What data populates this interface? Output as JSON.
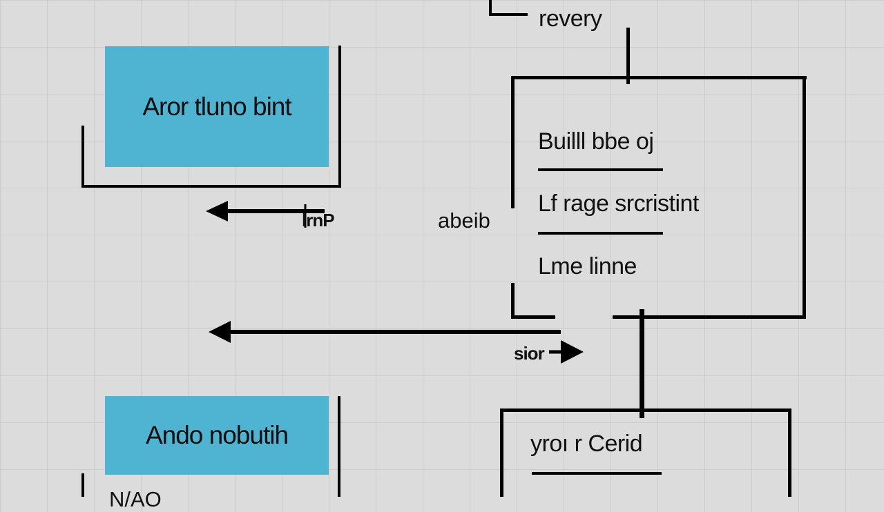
{
  "top_label": "revery",
  "left_top_box": {
    "text": "Aror tluno bint"
  },
  "left_bottom_box": {
    "text": "Ando nobutih",
    "cutoff_text": "N/AO"
  },
  "arrow_upper_label": "lrnP",
  "side_label": "abeib",
  "arrow_lower_label": "sior",
  "right_box": {
    "lines": [
      "Builll bbe oj",
      "Lf  rage srcristint",
      "Lme linne"
    ]
  },
  "bottom_right_box": {
    "text": "yroı r Cerid"
  },
  "colors": {
    "background": "#dcdcdc",
    "blue_box": "#4fb4d2",
    "stroke": "#111111"
  }
}
